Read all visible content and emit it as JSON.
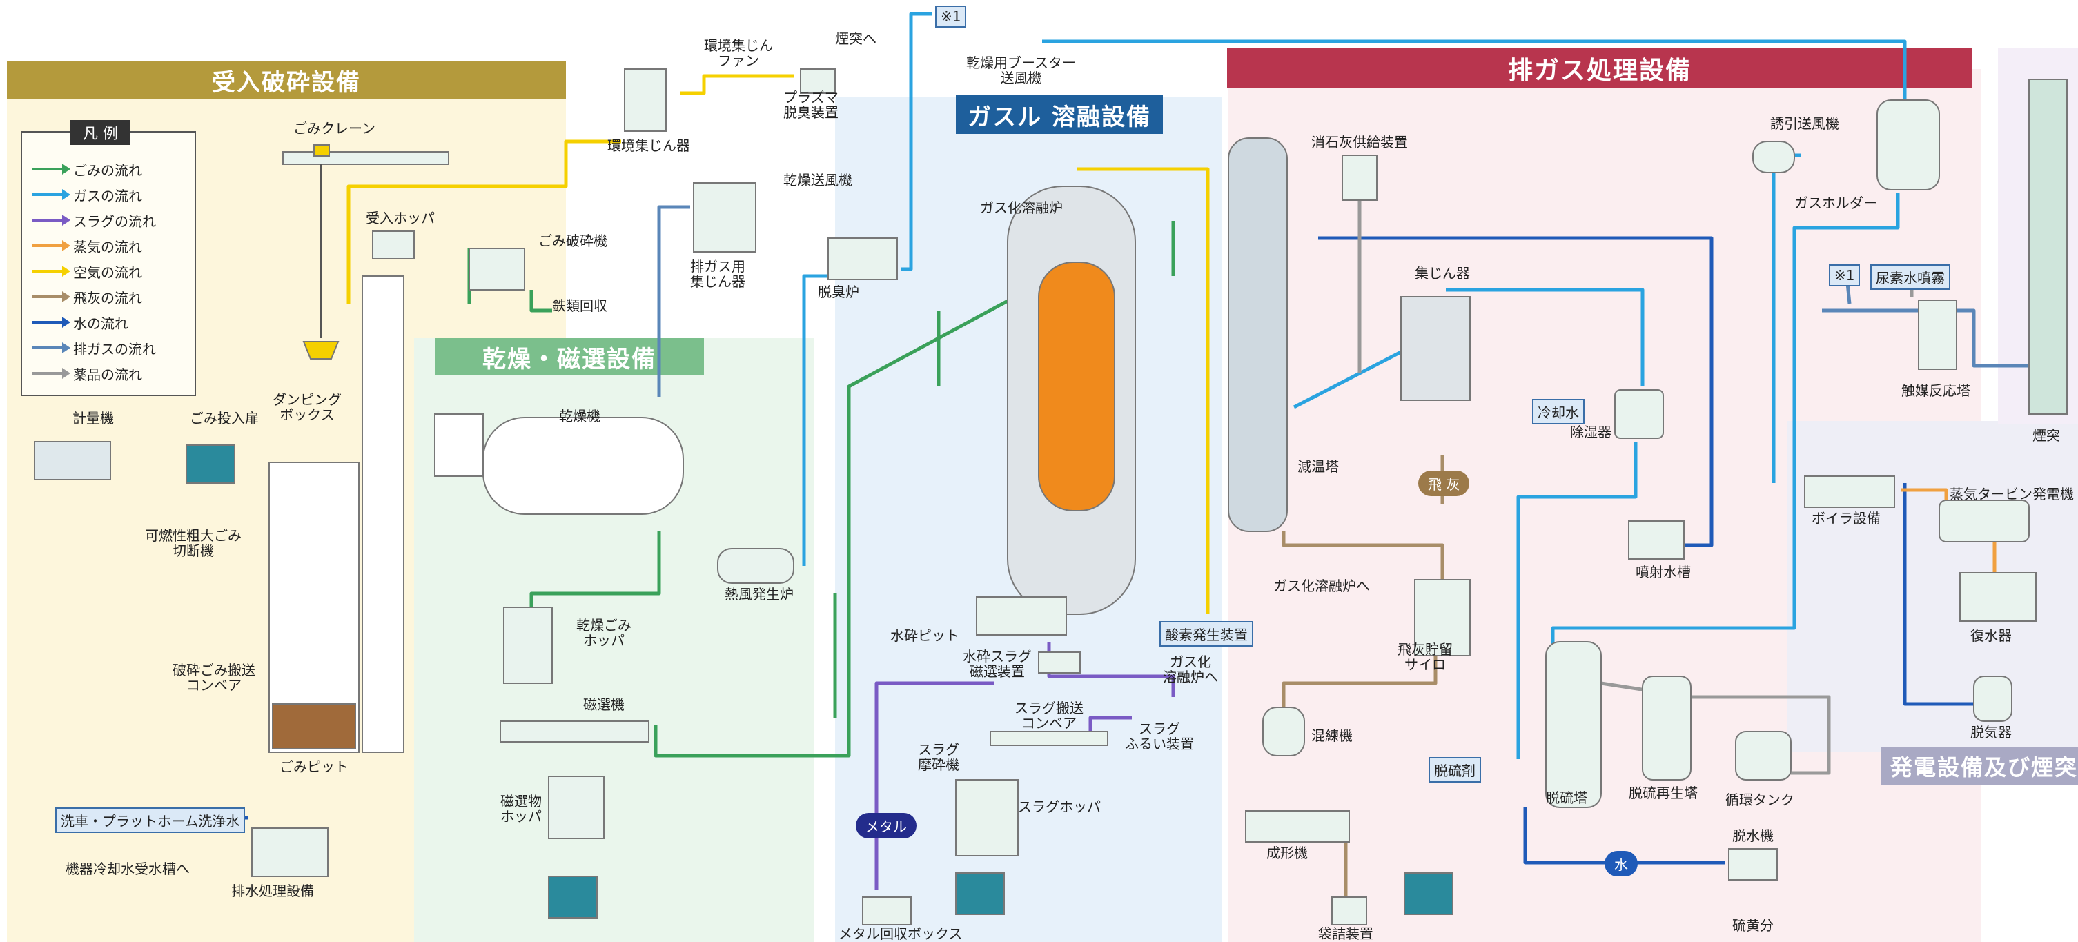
{
  "sections": {
    "receiving": "受入破砕設備",
    "drying": "乾燥・磁選設備",
    "melting": "ガスル 溶融設備",
    "exhaust": "排ガス処理設備",
    "power": "発電設備及び煙突"
  },
  "legend": {
    "title": "凡 例",
    "items": [
      {
        "label": "ごみの流れ",
        "color": "#3aa15a"
      },
      {
        "label": "ガスの流れ",
        "color": "#2aa3e0"
      },
      {
        "label": "スラグの流れ",
        "color": "#7a5bc4"
      },
      {
        "label": "蒸気の流れ",
        "color": "#f0a040"
      },
      {
        "label": "空気の流れ",
        "color": "#f5d000"
      },
      {
        "label": "飛灰の流れ",
        "color": "#a88d68"
      },
      {
        "label": "水の流れ",
        "color": "#1f5ab8"
      },
      {
        "label": "排ガスの流れ",
        "color": "#5a86b8"
      },
      {
        "label": "薬品の流れ",
        "color": "#999999"
      }
    ]
  },
  "labels": {
    "crane": "ごみクレーン",
    "hopper": "受入ホッパ",
    "crusher": "ごみ破砕機",
    "iron": "鉄類回収",
    "scale": "計量機",
    "door": "ごみ投入扉",
    "dumping": "ダンピング\nボックス",
    "cutter": "可燃性粗大ごみ\n切断機",
    "conveyor": "破砕ごみ搬送\nコンベア",
    "pit": "ごみピット",
    "wash": "洗車・プラットホーム洗浄水",
    "cooling": "機器冷却水受水槽へ",
    "wastewater": "排水処理設備",
    "dust_collector_env": "環境集じん器",
    "env_fan": "環境集じん\nファン",
    "plasma": "プラズマ\n脱臭装置",
    "chimney_to": "煙突へ",
    "ref1": "※1",
    "booster": "乾燥用ブースター\n送風機",
    "dryer_fan": "乾燥送風機",
    "exhaust_collector": "排ガス用\n集じん器",
    "deodorize": "脱臭炉",
    "dryer": "乾燥機",
    "hotair": "熱風発生炉",
    "dry_hopper": "乾燥ごみ\nホッパ",
    "magnet": "磁選機",
    "magnet_hopper": "磁選物\nホッパ",
    "furnace": "ガス化溶融炉",
    "water_pit": "水砕ピット",
    "slag_sep": "水砕スラグ\n磁選装置",
    "oxygen": "酸素発生装置",
    "to_furnace": "ガス化\n溶融炉へ",
    "slag_conv": "スラグ搬送\nコンベア",
    "slag_crusher": "スラグ\n摩砕機",
    "slag_sieve": "スラグ\nふるい装置",
    "slag_hopper": "スラグホッパ",
    "metal": "メタル",
    "metal_box": "メタル回収ボックス",
    "lime": "消石灰供給装置",
    "dust_collector": "集じん器",
    "cooling_tower": "減温塔",
    "flyash": "飛 灰",
    "to_furnace2": "ガス化溶融炉へ",
    "ash_silo": "飛灰貯留\nサイロ",
    "kneader": "混練機",
    "former": "成形機",
    "bag": "袋詰装置",
    "coolant": "冷却水",
    "dehumid": "除湿器",
    "spray_tank": "噴射水槽",
    "desulf_agent": "脱硫剤",
    "desulf": "脱硫塔",
    "desulf_regen": "脱硫再生塔",
    "circ_tank": "循環タンク",
    "water": "水",
    "dewater": "脱水機",
    "sulfur": "硫黄分",
    "induced_fan": "誘引送風機",
    "gas_holder": "ガスホルダー",
    "ref1b": "※1",
    "urea": "尿素水噴霧",
    "catalyst": "触媒反応塔",
    "chimney": "煙突",
    "boiler": "ボイラ設備",
    "turbine": "蒸気タービン発電機",
    "condenser": "復水器",
    "deaerator": "脱気器"
  }
}
